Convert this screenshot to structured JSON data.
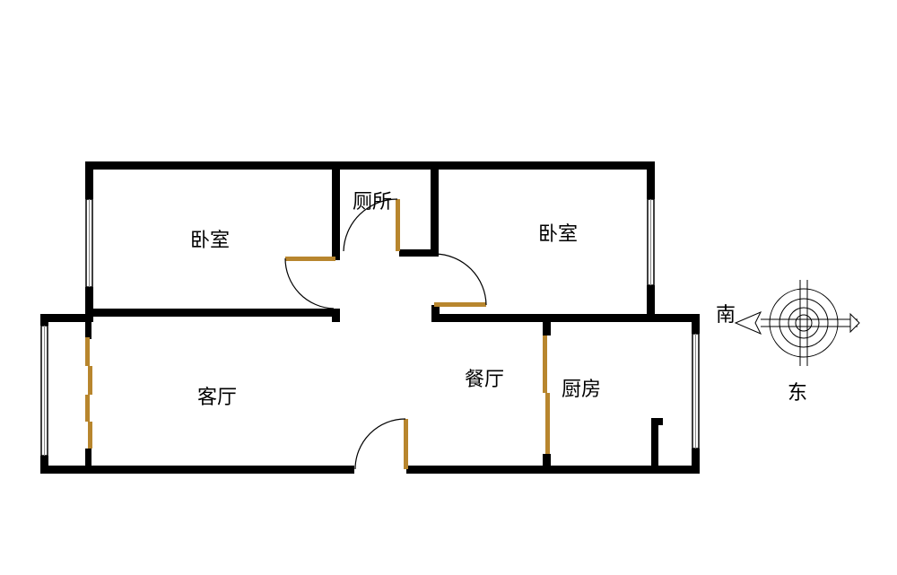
{
  "rooms": {
    "bedroom_left": "卧室",
    "toilet": "厕所",
    "bedroom_right": "卧室",
    "living_room": "客厅",
    "dining_room": "餐厅",
    "kitchen": "厨房"
  },
  "compass": {
    "south": "南",
    "east": "东"
  },
  "colors": {
    "wall": "#000000",
    "door": "#b8862e",
    "window_glass": "#888888"
  }
}
